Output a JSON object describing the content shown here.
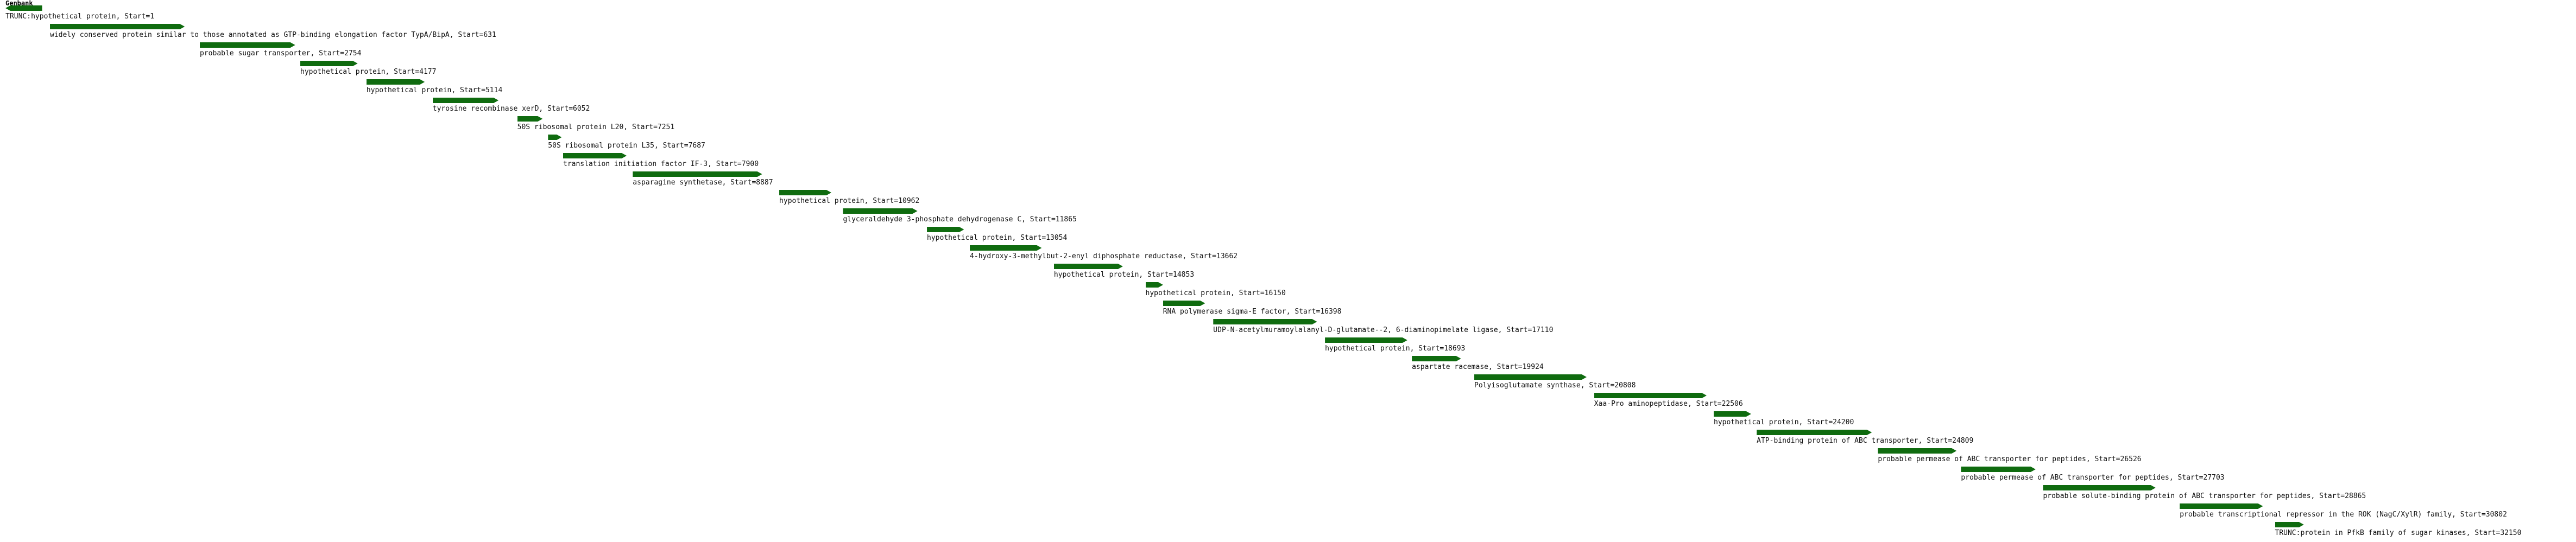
{
  "track_title": "Genbank",
  "bar_color": "#0f6b0f",
  "genes": [
    {
      "label": "TRUNC:hypothetical protein, Start=1",
      "start": 1,
      "end": 520,
      "strand": "-"
    },
    {
      "label": "widely conserved protein similar to those annotated as GTP-binding elongation factor TypA/BipA, Start=631",
      "start": 631,
      "end": 2540,
      "strand": "+"
    },
    {
      "label": "probable sugar transporter, Start=2754",
      "start": 2754,
      "end": 4105,
      "strand": "+"
    },
    {
      "label": "hypothetical protein, Start=4177",
      "start": 4177,
      "end": 4990,
      "strand": "+"
    },
    {
      "label": "hypothetical protein, Start=5114",
      "start": 5114,
      "end": 5940,
      "strand": "+"
    },
    {
      "label": "tyrosine recombinase xerD, Start=6052",
      "start": 6052,
      "end": 6985,
      "strand": "+"
    },
    {
      "label": "50S ribosomal protein L20, Start=7251",
      "start": 7251,
      "end": 7610,
      "strand": "+"
    },
    {
      "label": "50S ribosomal protein L35, Start=7687",
      "start": 7687,
      "end": 7880,
      "strand": "+"
    },
    {
      "label": "translation initiation factor IF-3, Start=7900",
      "start": 7900,
      "end": 8800,
      "strand": "+"
    },
    {
      "label": "asparagine synthetase, Start=8887",
      "start": 8887,
      "end": 10720,
      "strand": "+"
    },
    {
      "label": "hypothetical protein, Start=10962",
      "start": 10962,
      "end": 11700,
      "strand": "+"
    },
    {
      "label": "glyceraldehyde 3-phosphate dehydrogenase C, Start=11865",
      "start": 11865,
      "end": 12920,
      "strand": "+"
    },
    {
      "label": "hypothetical protein, Start=13054",
      "start": 13054,
      "end": 13580,
      "strand": "+"
    },
    {
      "label": "4-hydroxy-3-methylbut-2-enyl diphosphate reductase, Start=13662",
      "start": 13662,
      "end": 14680,
      "strand": "+"
    },
    {
      "label": "hypothetical protein, Start=14853",
      "start": 14853,
      "end": 15830,
      "strand": "+"
    },
    {
      "label": "hypothetical protein, Start=16150",
      "start": 16150,
      "end": 16400,
      "strand": "+"
    },
    {
      "label": "RNA polymerase sigma-E factor, Start=16398",
      "start": 16398,
      "end": 16995,
      "strand": "+"
    },
    {
      "label": "UDP-N-acetylmuramoylalanyl-D-glutamate--2, 6-diaminopimelate ligase, Start=17110",
      "start": 17110,
      "end": 18580,
      "strand": "+"
    },
    {
      "label": "hypothetical protein, Start=18693",
      "start": 18693,
      "end": 19860,
      "strand": "+"
    },
    {
      "label": "aspartate racemase, Start=19924",
      "start": 19924,
      "end": 20620,
      "strand": "+"
    },
    {
      "label": "Polyisoglutamate synthase, Start=20808",
      "start": 20808,
      "end": 22400,
      "strand": "+"
    },
    {
      "label": "Xaa-Pro aminopeptidase, Start=22506",
      "start": 22506,
      "end": 24100,
      "strand": "+"
    },
    {
      "label": "hypothetical protein, Start=24200",
      "start": 24200,
      "end": 24730,
      "strand": "+"
    },
    {
      "label": "ATP-binding protein of ABC transporter, Start=24809",
      "start": 24809,
      "end": 26440,
      "strand": "+"
    },
    {
      "label": "probable permease of ABC transporter for peptides, Start=26526",
      "start": 26526,
      "end": 27640,
      "strand": "+"
    },
    {
      "label": "probable permease of ABC transporter for peptides, Start=27703",
      "start": 27703,
      "end": 28760,
      "strand": "+"
    },
    {
      "label": "probable solute-binding protein of ABC transporter for peptides, Start=28865",
      "start": 28865,
      "end": 30460,
      "strand": "+"
    },
    {
      "label": "probable transcriptional repressor in the ROK (NagC/XylR) family, Start=30802",
      "start": 30802,
      "end": 31980,
      "strand": "+"
    },
    {
      "label": "TRUNC:protein in PfkB family of sugar kinases, Start=32150",
      "start": 32150,
      "end": 32560,
      "strand": "+"
    }
  ]
}
